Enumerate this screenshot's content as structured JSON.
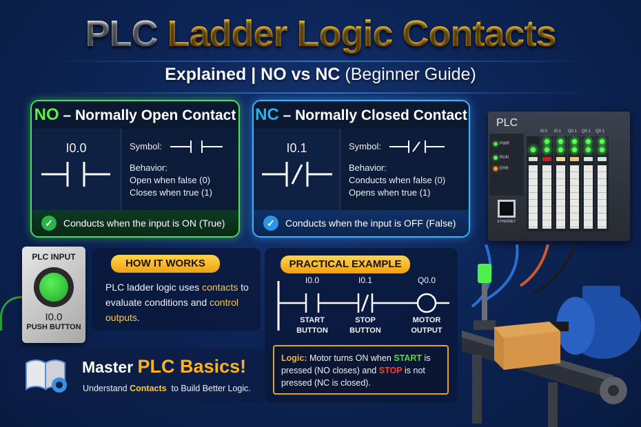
{
  "header": {
    "title_prefix": "PLC",
    "title_main": "Ladder Logic Contacts",
    "subtitle_main": "Explained | NO vs NC",
    "subtitle_paren": "(Beginner Guide)"
  },
  "no_card": {
    "tag": "NO",
    "title": " – Normally Open Contact",
    "address": "I0.0",
    "symbol_label": "Symbol:",
    "behavior_label": "Behavior:",
    "behavior_lines": [
      "Open when false (0)",
      "Closes when true (1)"
    ],
    "footer": "Conducts when the input is ON (True)",
    "accent_color": "#5ef03a"
  },
  "nc_card": {
    "tag": "NC",
    "title": " – Normally Closed Contact",
    "address": "I0.1",
    "symbol_label": "Symbol:",
    "behavior_label": "Behavior:",
    "behavior_lines": [
      "Conducts when false (0)",
      "Opens when true (1)"
    ],
    "footer": "Conducts when the input is OFF (False)",
    "accent_color": "#2bb0f0"
  },
  "plc_device": {
    "label": "PLC",
    "status_leds": [
      "PWR",
      "RUN",
      "ERR"
    ],
    "io_headers": [
      "I0.0",
      "I0.1",
      "Q0.1",
      "Q0.1",
      "Q0.1"
    ],
    "port_label": "ETHERNET"
  },
  "push_button": {
    "top_label": "PLC INPUT",
    "address": "I0.0",
    "sub_label": "PUSH BUTTON"
  },
  "how_it_works": {
    "heading": "HOW IT WORKS",
    "text_1": "PLC ladder logic uses ",
    "highlight_1": "contacts",
    "text_2": " to evaluate conditions and ",
    "highlight_2": "control outputs",
    "text_3": "."
  },
  "master": {
    "title_prefix": "Master ",
    "title_accent": "PLC Basics!",
    "sub_prefix": "Understand ",
    "sub_accent": "Contacts",
    "sub_suffix": "  to Build Better Logic."
  },
  "practical_example": {
    "heading": "PRACTICAL EXAMPLE",
    "rungs": [
      {
        "address": "I0.0",
        "label_1": "START",
        "label_2": "BUTTON",
        "type": "NO"
      },
      {
        "address": "I0.1",
        "label_1": "STOP",
        "label_2": "BUTTON",
        "type": "NC"
      },
      {
        "address": "Q0.0",
        "label_1": "MOTOR",
        "label_2": "OUTPUT",
        "type": "coil"
      }
    ],
    "logic": {
      "label": "Logic:",
      "text_1": " Motor turns ON when ",
      "start": "START",
      "text_2": " is pressed (NO closes) and ",
      "stop": "STOP",
      "text_3": " is not pressed (NC is closed)."
    }
  }
}
